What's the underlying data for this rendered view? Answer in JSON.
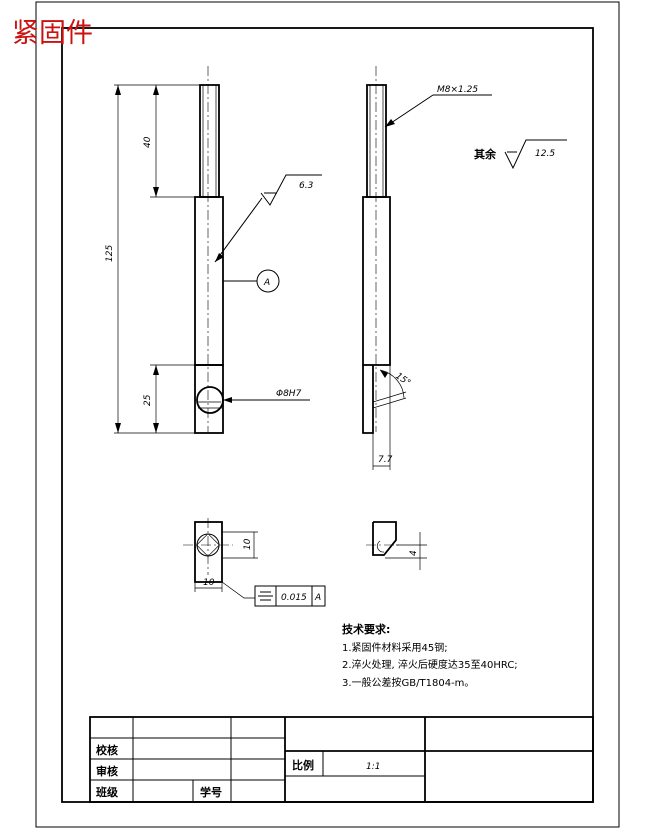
{
  "title": "紧固件",
  "front_view": {
    "dim_total": "125",
    "dim_thread": "40",
    "dim_bottom": "25",
    "surface_roughness": "6.3",
    "datum": "A",
    "hole_tolerance": "Φ8H7"
  },
  "side_view": {
    "thread_spec": "M8×1.25",
    "angle": "15°",
    "dim_width": "7.7",
    "rest_roughness_label": "其余",
    "rest_roughness_value": "12.5"
  },
  "section_views": {
    "dim_height": "10",
    "dim_width": "10",
    "dim_small": "4",
    "tolerance_frame": {
      "symbol": "symmetry",
      "value": "0.015",
      "datum": "A"
    }
  },
  "technical_requirements": {
    "heading": "技术要求:",
    "items": [
      "1.紧固件材料采用45钢;",
      "2.淬火处理, 淬火后硬度达35至40HRC;",
      "3.一般公差按GB/T1804-m。"
    ]
  },
  "title_block": {
    "proofread_label": "校核",
    "review_label": "审核",
    "class_label": "班级",
    "student_id_label": "学号",
    "scale_label": "比例",
    "scale_value": "1:1"
  }
}
